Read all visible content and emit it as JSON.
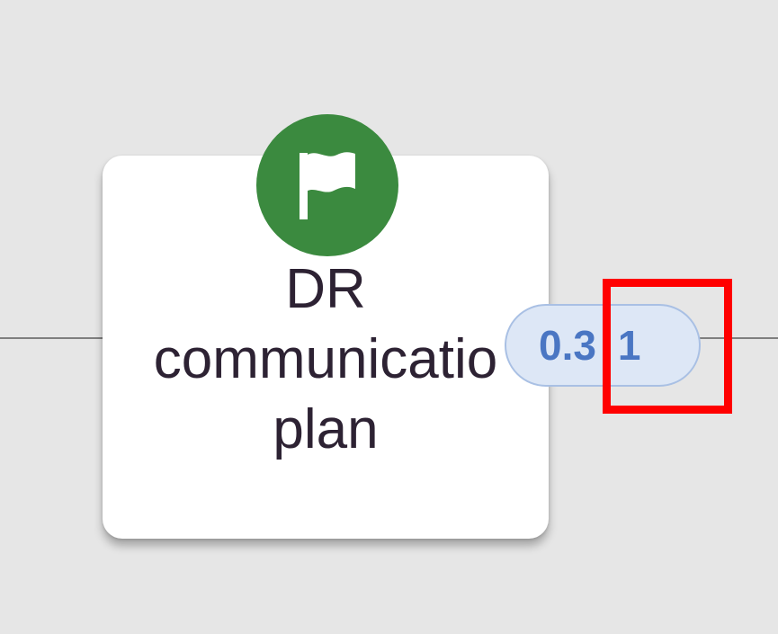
{
  "node": {
    "title_lines": [
      "DR",
      "communicatio",
      "plan"
    ],
    "icon": "flag-icon",
    "icon_color": "#3b8a3f"
  },
  "edge_label": {
    "value_a": "0.3",
    "separator": "|",
    "value_b": "1"
  },
  "highlight": {
    "color": "#ff0000"
  },
  "colors": {
    "background": "#e6e6e6",
    "card": "#ffffff",
    "pill_fill": "#dde7f6",
    "pill_text": "#4a76c3"
  }
}
